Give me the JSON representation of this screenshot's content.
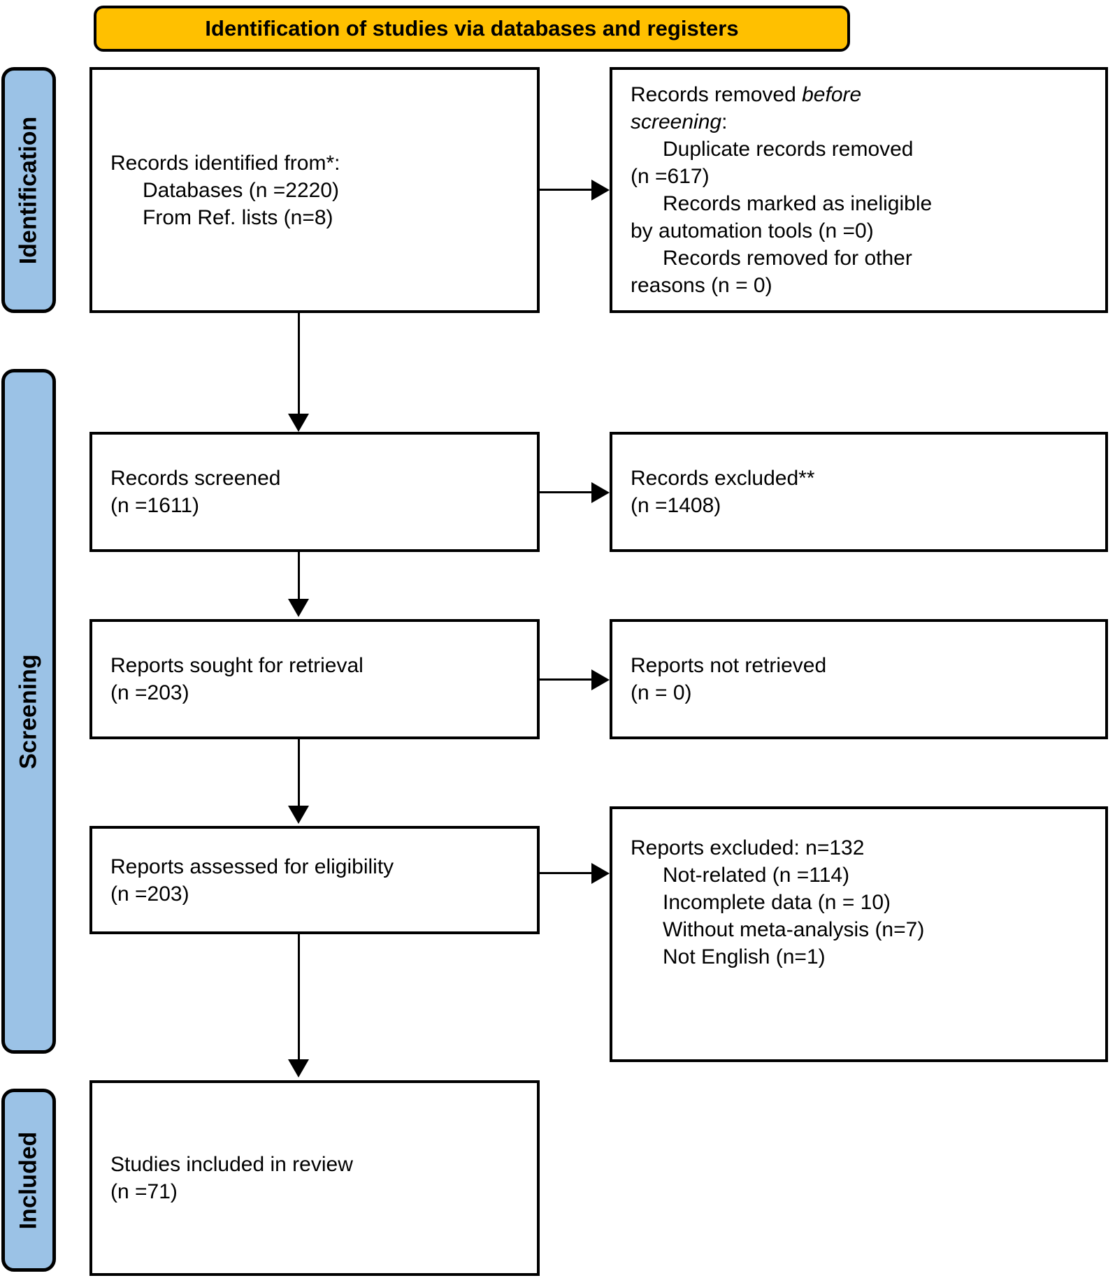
{
  "header": {
    "title": "Identification of studies via databases and registers",
    "banner_color": "#FFC000"
  },
  "phases": {
    "band_color": "#9BC2E6",
    "items": [
      {
        "label": "Identification"
      },
      {
        "label": "Screening"
      },
      {
        "label": "Included"
      }
    ]
  },
  "chart_data": {
    "type": "flowchart",
    "title": "Identification of studies via databases and registers",
    "nodes": [
      {
        "id": "records-identified",
        "phase": "Identification",
        "side": "left",
        "lines": [
          "Records identified from*:",
          "Databases (n =2220)",
          "From Ref. lists (n=8)"
        ],
        "values": {
          "databases": 2220,
          "ref_lists": 8
        }
      },
      {
        "id": "records-removed-before-screening",
        "phase": "Identification",
        "side": "right",
        "lines": [
          "Records removed before",
          "screening:",
          "Duplicate records removed",
          "(n =617)",
          "Records marked as ineligible",
          "by automation tools (n =0)",
          "Records removed for other",
          "reasons (n = 0)"
        ],
        "values": {
          "duplicates": 617,
          "automation_ineligible": 0,
          "other_reasons": 0
        }
      },
      {
        "id": "records-screened",
        "phase": "Screening",
        "side": "left",
        "lines": [
          "Records screened",
          "(n =1611)"
        ],
        "values": {
          "n": 1611
        }
      },
      {
        "id": "records-excluded",
        "phase": "Screening",
        "side": "right",
        "lines": [
          "Records excluded**",
          "(n =1408)"
        ],
        "values": {
          "n": 1408
        }
      },
      {
        "id": "reports-sought",
        "phase": "Screening",
        "side": "left",
        "lines": [
          "Reports sought for retrieval",
          "(n =203)"
        ],
        "values": {
          "n": 203
        }
      },
      {
        "id": "reports-not-retrieved",
        "phase": "Screening",
        "side": "right",
        "lines": [
          "Reports not retrieved",
          "(n = 0)"
        ],
        "values": {
          "n": 0
        }
      },
      {
        "id": "reports-assessed",
        "phase": "Screening",
        "side": "left",
        "lines": [
          "Reports assessed for eligibility",
          "(n =203)"
        ],
        "values": {
          "n": 203
        }
      },
      {
        "id": "reports-excluded",
        "phase": "Screening",
        "side": "right",
        "lines": [
          "Reports excluded: n=132",
          "Not-related (n =114)",
          "Incomplete data (n = 10)",
          "Without meta-analysis (n=7)",
          "Not English (n=1)"
        ],
        "values": {
          "total": 132,
          "not_related": 114,
          "incomplete_data": 10,
          "without_meta_analysis": 7,
          "not_english": 1
        }
      },
      {
        "id": "studies-included",
        "phase": "Included",
        "side": "left",
        "lines": [
          "Studies included in review",
          "(n =71)"
        ],
        "values": {
          "n": 71
        }
      }
    ],
    "edges": [
      {
        "from": "records-identified",
        "to": "records-removed-before-screening",
        "direction": "right"
      },
      {
        "from": "records-identified",
        "to": "records-screened",
        "direction": "down"
      },
      {
        "from": "records-screened",
        "to": "records-excluded",
        "direction": "right"
      },
      {
        "from": "records-screened",
        "to": "reports-sought",
        "direction": "down"
      },
      {
        "from": "reports-sought",
        "to": "reports-not-retrieved",
        "direction": "right"
      },
      {
        "from": "reports-sought",
        "to": "reports-assessed",
        "direction": "down"
      },
      {
        "from": "reports-assessed",
        "to": "reports-excluded",
        "direction": "right"
      },
      {
        "from": "reports-assessed",
        "to": "studies-included",
        "direction": "down"
      }
    ]
  },
  "boxes": {
    "identified": {
      "l1": "Records identified from*:",
      "l2": "Databases (n =2220)",
      "l3": "From Ref. lists (n=8)"
    },
    "removed_before_screening": {
      "l1a": "Records removed ",
      "l1b": "before",
      "l2a": "screening",
      "l2b": ":",
      "l3": "Duplicate records removed",
      "l4": "(n =617)",
      "l5": "Records marked as ineligible",
      "l6": "by automation tools (n =0)",
      "l7": "Records removed for other",
      "l8": "reasons (n = 0)"
    },
    "records_screened": {
      "l1": "Records screened",
      "l2": "(n =1611)"
    },
    "records_excluded": {
      "l1": "Records excluded**",
      "l2": "(n =1408)"
    },
    "reports_sought": {
      "l1": "Reports sought for retrieval",
      "l2": "(n =203)"
    },
    "reports_not_retrieved": {
      "l1": "Reports not retrieved",
      "l2": "(n = 0)"
    },
    "reports_assessed": {
      "l1": "Reports assessed for eligibility",
      "l2": "(n =203)"
    },
    "reports_excluded": {
      "l1": "Reports excluded: n=132",
      "l2": "Not-related (n =114)",
      "l3": "Incomplete data (n = 10)",
      "l4": "Without meta-analysis (n=7)",
      "l5": "Not English (n=1)"
    },
    "studies_included": {
      "l1": "Studies included in review",
      "l2": "(n =71)"
    }
  }
}
